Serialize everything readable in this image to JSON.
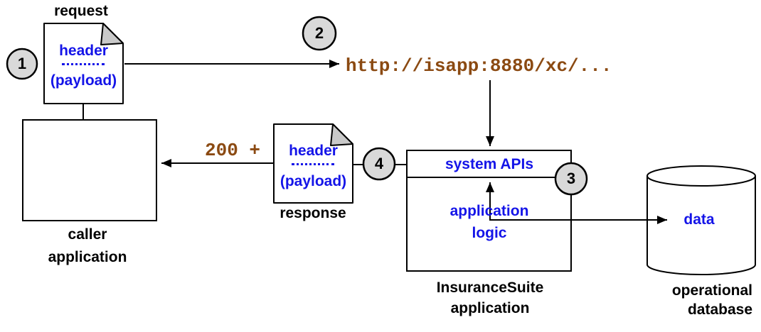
{
  "request_doc": {
    "title": "request",
    "header": "header",
    "payload": "(payload)"
  },
  "response_doc": {
    "title": "response",
    "header": "header",
    "payload": "(payload)"
  },
  "caller_box": {
    "lines": [
      "caller",
      "application"
    ]
  },
  "insurance_box": {
    "system_apis": "system APIs",
    "logic_lines": [
      "application",
      "logic"
    ],
    "label_lines": [
      "InsuranceSuite",
      "application"
    ]
  },
  "database": {
    "data": "data",
    "label_lines": [
      "operational",
      "database"
    ]
  },
  "messages": {
    "url": "http://isapp:8880/xc/...",
    "status": "200 +"
  },
  "steps": {
    "s1": "1",
    "s2": "2",
    "s3": "3",
    "s4": "4"
  },
  "colors": {
    "blue_text": "#1414e8",
    "brown_text": "#8b4a12",
    "circle_fill": "#d9d9d9",
    "fold_fill": "#c9c9c9",
    "line": "#000000",
    "background": "#ffffff"
  }
}
